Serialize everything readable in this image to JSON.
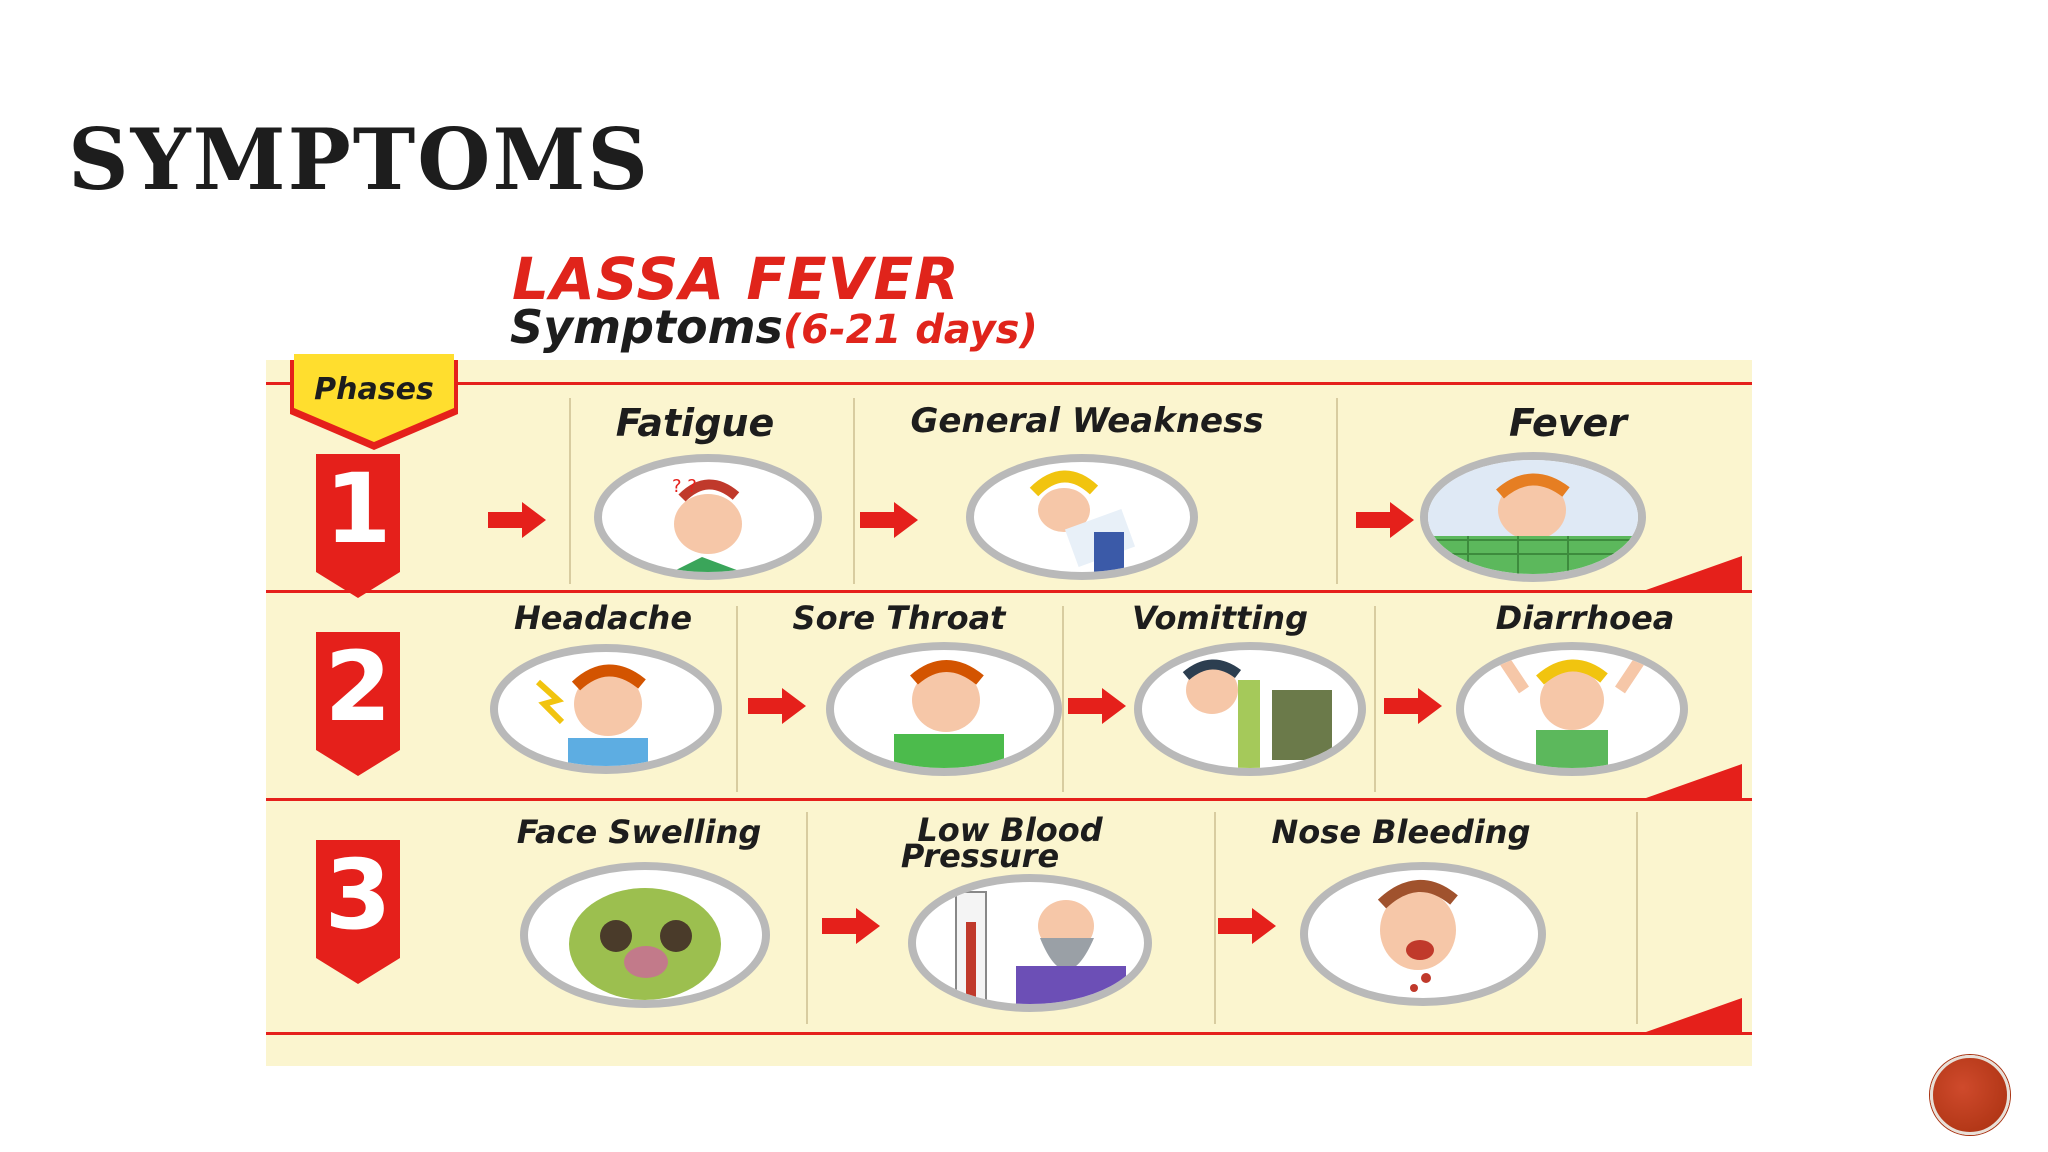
{
  "slide": {
    "title": "SYMPTOMS"
  },
  "infographic": {
    "title": "LASSA FEVER",
    "subtitle": "Symptoms",
    "duration": "(6-21 days)",
    "phases_label": "Phases",
    "phases": [
      {
        "number": "1",
        "symptoms": [
          "Fatigue",
          "General Weakness",
          "Fever"
        ]
      },
      {
        "number": "2",
        "symptoms": [
          "Headache",
          "Sore Throat",
          "Vomitting",
          "Diarrhoea"
        ]
      },
      {
        "number": "3",
        "symptoms": [
          "Face Swelling",
          "Low Blood",
          "Pressure",
          "Nose Bleeding"
        ]
      }
    ]
  },
  "colors": {
    "accent_red": "#e5201b",
    "panel_bg": "#fbf5cf",
    "tag_yellow": "#ffde2e"
  }
}
